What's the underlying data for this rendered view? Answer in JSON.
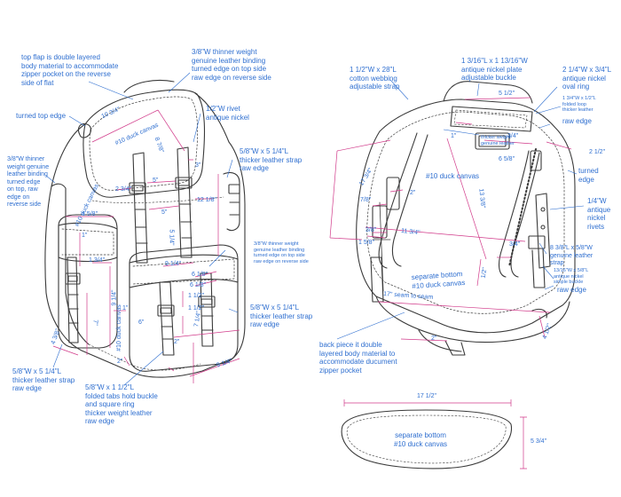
{
  "colors": {
    "line": "#3a3a3a",
    "callout": "#2f6fd0",
    "dimension": "#d13a8a"
  },
  "front": {
    "labels": {
      "top_flap": "top flap is double layered\nbody material to accommodate\nzipper pocket on the reverse\nside of flat",
      "binding_top": "3/8\"W thinner weight\ngenuine leather binding\nturned edge on top side\nraw edge on reverse side",
      "rivet": "1/2\"W rivet\nantique nickel",
      "turned_top_edge": "turned top edge",
      "binding_left": "3/8\"W thinner\nweight genuine\nleather binding\nturned edge\non top, raw\nedge on\nreverse side",
      "strap_right_top": "5/8\"W x 5 1/4\"L\nthicker leather strap\nraw edge",
      "binding_mid": "3/8\"W thinner weight\ngenuine leather binding\nturned edge on top side\nraw edge on reverse side",
      "strap_right_bottom": "5/8\"W x 5 1/4\"L\nthicker leather strap\nraw edge",
      "strap_left_bottom": "5/8\"W x 5 1/4\"L\nthicker leather strap\nraw edge",
      "folded_tabs": "5/8\"W x 1 1/2\"L\nfolded tabs hold buckle\nand square ring\nthicker weight leather\nraw edge"
    },
    "dims": {
      "flap_width": "10 3/4\"",
      "flap_canvas": "#10 duck canvas",
      "flap_height": "8 7/8\"",
      "strap_3": "3\"",
      "d_2_3_4": "2 3/4\"",
      "d_5a": "5\"",
      "d_5b": "5\"",
      "d_12_1_8": "12 1/8\"",
      "d_5_1_4": "5 1/4\"",
      "side_canvas": "#10 duck canvas",
      "d_4_5_8": "4 5/8\"",
      "d_1a": "1\"",
      "d_1_3_4": "1 3/4\"",
      "d_9_1_4a": "9 1/4\"",
      "d_6_1_8a": "6 1/8\"",
      "d_6_1_8b": "6 1/8\"",
      "d_1_1_2a": "1 1/2\"",
      "d_1_1_2b": "1 1/2\"",
      "d_1b": "1\"",
      "d_7": "7\"",
      "d_6": "6\"",
      "d_9_1_4b": "9 1/4\"",
      "d_4_3_8": "4 3/8\"",
      "d_2a": "2\"",
      "d_2b": "2\"",
      "d_7_1_4": "7 1/4\"",
      "pocket_canvas": "#10 duck canvas",
      "d_9_1_4c": "9 1/4\""
    }
  },
  "back": {
    "labels": {
      "webbing": "1 1/2\"W x 28\"L\ncotton webbing\nadjustable strap",
      "plate": "1 3/16\"L x 1 13/16\"W\nantique nickel plate\nadjustable buckle",
      "oval_ring": "2 1/4\"W x 3/4\"L\nantique nickel\noval ring",
      "folded_loop": "1 3/4\"W x 1/2\"L\nfolded loop\nthicker leather",
      "raw_edge_1": "raw edge",
      "thicker_weight": "thicker weight\ngenuine leather",
      "turned_edge": "turned\nedge",
      "rivets": "1/4\"W\nantique\nnickel\nrivets",
      "strap_8": "8 3/8\"L x 5/8\"W\ngenuine leather\nstrap",
      "buckle": "13/16\"W x 5/8\"L\nantique nickel\nsimple buckle",
      "raw_edge_2": "raw edge",
      "canvas": "#10 duck canvas",
      "separate_bottom": "separate bottom\n#10 duck canvas",
      "back_piece": "back piece it double\nlayered body material to\naccommodate ducument\nzipper pocket"
    },
    "dims": {
      "d_5_1_2": "5 1/2\"",
      "d_3_4": "3/4\"",
      "d_1": "1\"",
      "d_6_5_8": "6 5/8\"",
      "d_2_1_2": "2 1/2\"",
      "d_17_3_4": "17 3/4\"",
      "d_2": "2\"",
      "d_7_8": "7/8\"",
      "d_3_8": "3/8\"",
      "d_1_5_8": "1 5/8\"",
      "d_13_3_8": "13 3/8\"",
      "d_11_3_4": "11 3/4\"",
      "d_3_4b": "3/4\"",
      "d_1_2": "1/2\"",
      "d_17": "17\" seam to seam",
      "d_4_1_2": "4 1/2\"",
      "d_2b": "2\""
    }
  },
  "bottom": {
    "width": "17 1/2\"",
    "depth": "5 3/4\"",
    "label": "separate bottom\n#10 duck canvas"
  }
}
